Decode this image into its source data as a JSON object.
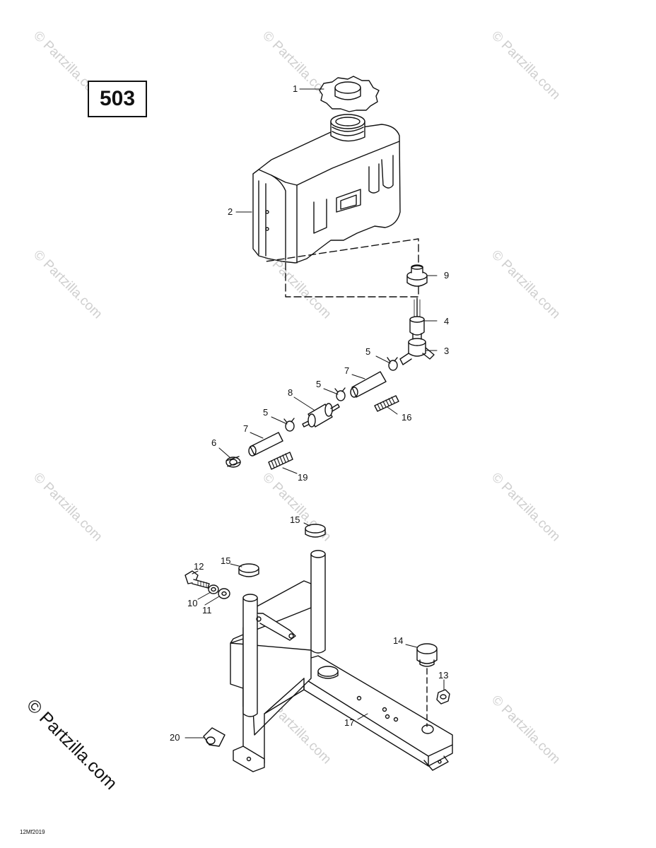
{
  "page_code": "503",
  "drawing_id": "12Mf2019",
  "brand_text": "© Partzilla.com",
  "watermark_text": "© Partzilla.com",
  "callouts": {
    "c1": "1",
    "c2": "2",
    "c3": "3",
    "c4": "4",
    "c5a": "5",
    "c5b": "5",
    "c5c": "5",
    "c6": "6",
    "c7a": "7",
    "c7b": "7",
    "c8": "8",
    "c9": "9",
    "c10": "10",
    "c11": "11",
    "c12": "12",
    "c13": "13",
    "c14": "14",
    "c15a": "15",
    "c15b": "15",
    "c16": "16",
    "c17": "17",
    "c19": "19",
    "c20": "20"
  },
  "colors": {
    "line": "#111111",
    "watermark": "#cfcfcf"
  }
}
